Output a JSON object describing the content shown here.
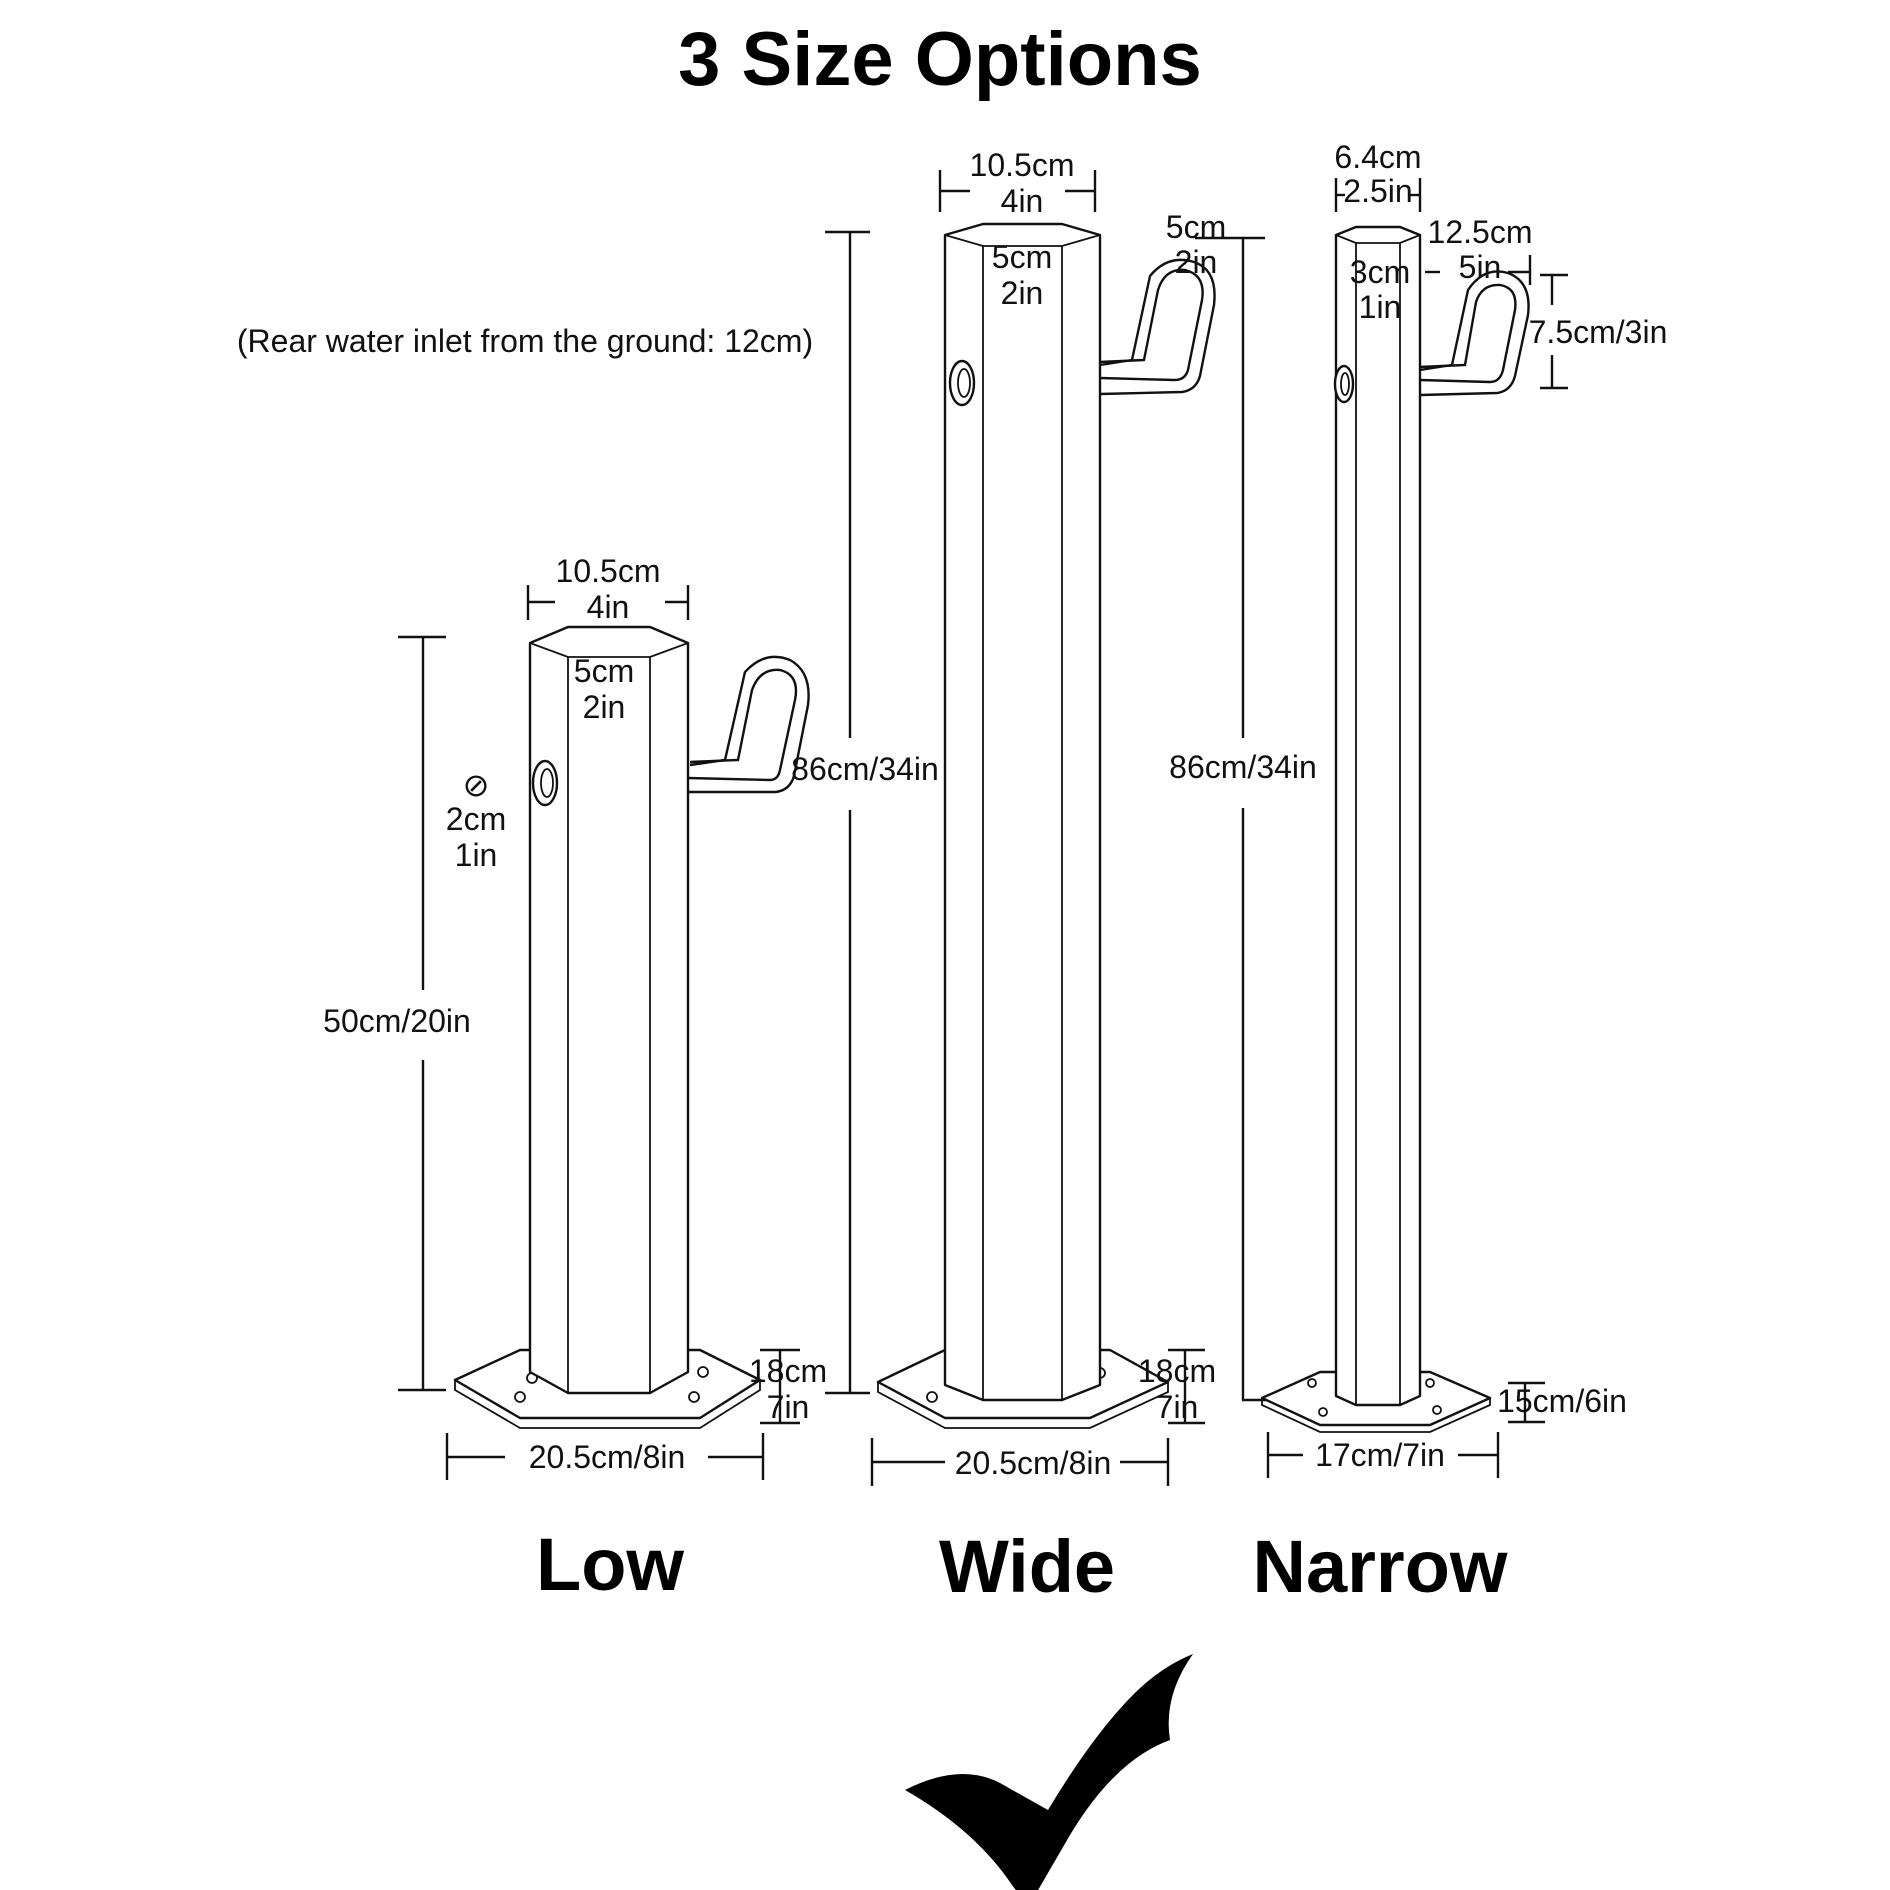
{
  "title": "3 Size Options",
  "note": "(Rear water inlet from the ground: 12cm)",
  "variants": {
    "low": {
      "name": "Low",
      "top_width_cm": "10.5cm",
      "top_width_in": "4in",
      "face_cm": "5cm",
      "face_in": "2in",
      "inlet_symbol": "⊘",
      "inlet_cm": "2cm",
      "inlet_in": "1in",
      "height": "50cm/20in",
      "base_height_cm": "18cm",
      "base_height_in": "7in",
      "base_width": "20.5cm/8in"
    },
    "wide": {
      "name": "Wide",
      "top_width_cm": "10.5cm",
      "top_width_in": "4in",
      "face_cm": "5cm",
      "face_in": "2in",
      "hook_cm": "5cm",
      "hook_in": "2in",
      "height_left": "86cm/34in",
      "height_right": "86cm/34in",
      "base_height_cm": "18cm",
      "base_height_in": "7in",
      "base_width": "20.5cm/8in"
    },
    "narrow": {
      "name": "Narrow",
      "top_width_cm": "6.4cm",
      "top_width_in": "2.5in",
      "face_cm": "3cm",
      "face_in": "1in",
      "hook_cm": "12.5cm",
      "hook_in": "5in",
      "hook_height": "7.5cm/3in",
      "base_height": "15cm/6in",
      "base_width": "17cm/7in"
    }
  },
  "selected": "Wide"
}
